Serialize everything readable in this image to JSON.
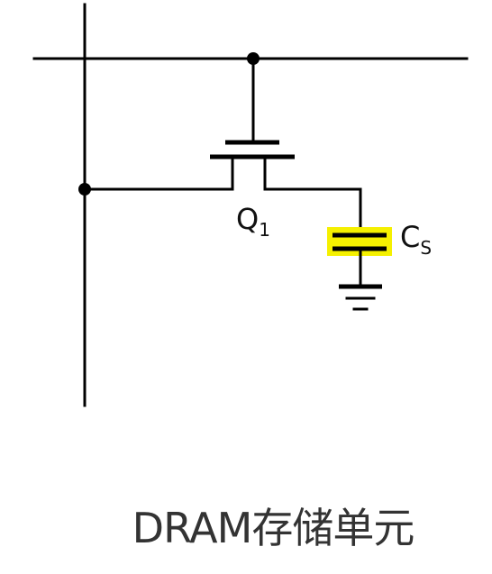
{
  "diagram": {
    "transistor": {
      "label": "Q",
      "subscript": "1"
    },
    "capacitor": {
      "label": "C",
      "subscript": "S",
      "highlight_color": "#f5f000"
    },
    "caption": "DRAM存储单元"
  },
  "colors": {
    "line": "#000000",
    "caption_text": "#333333",
    "background": "#ffffff"
  }
}
